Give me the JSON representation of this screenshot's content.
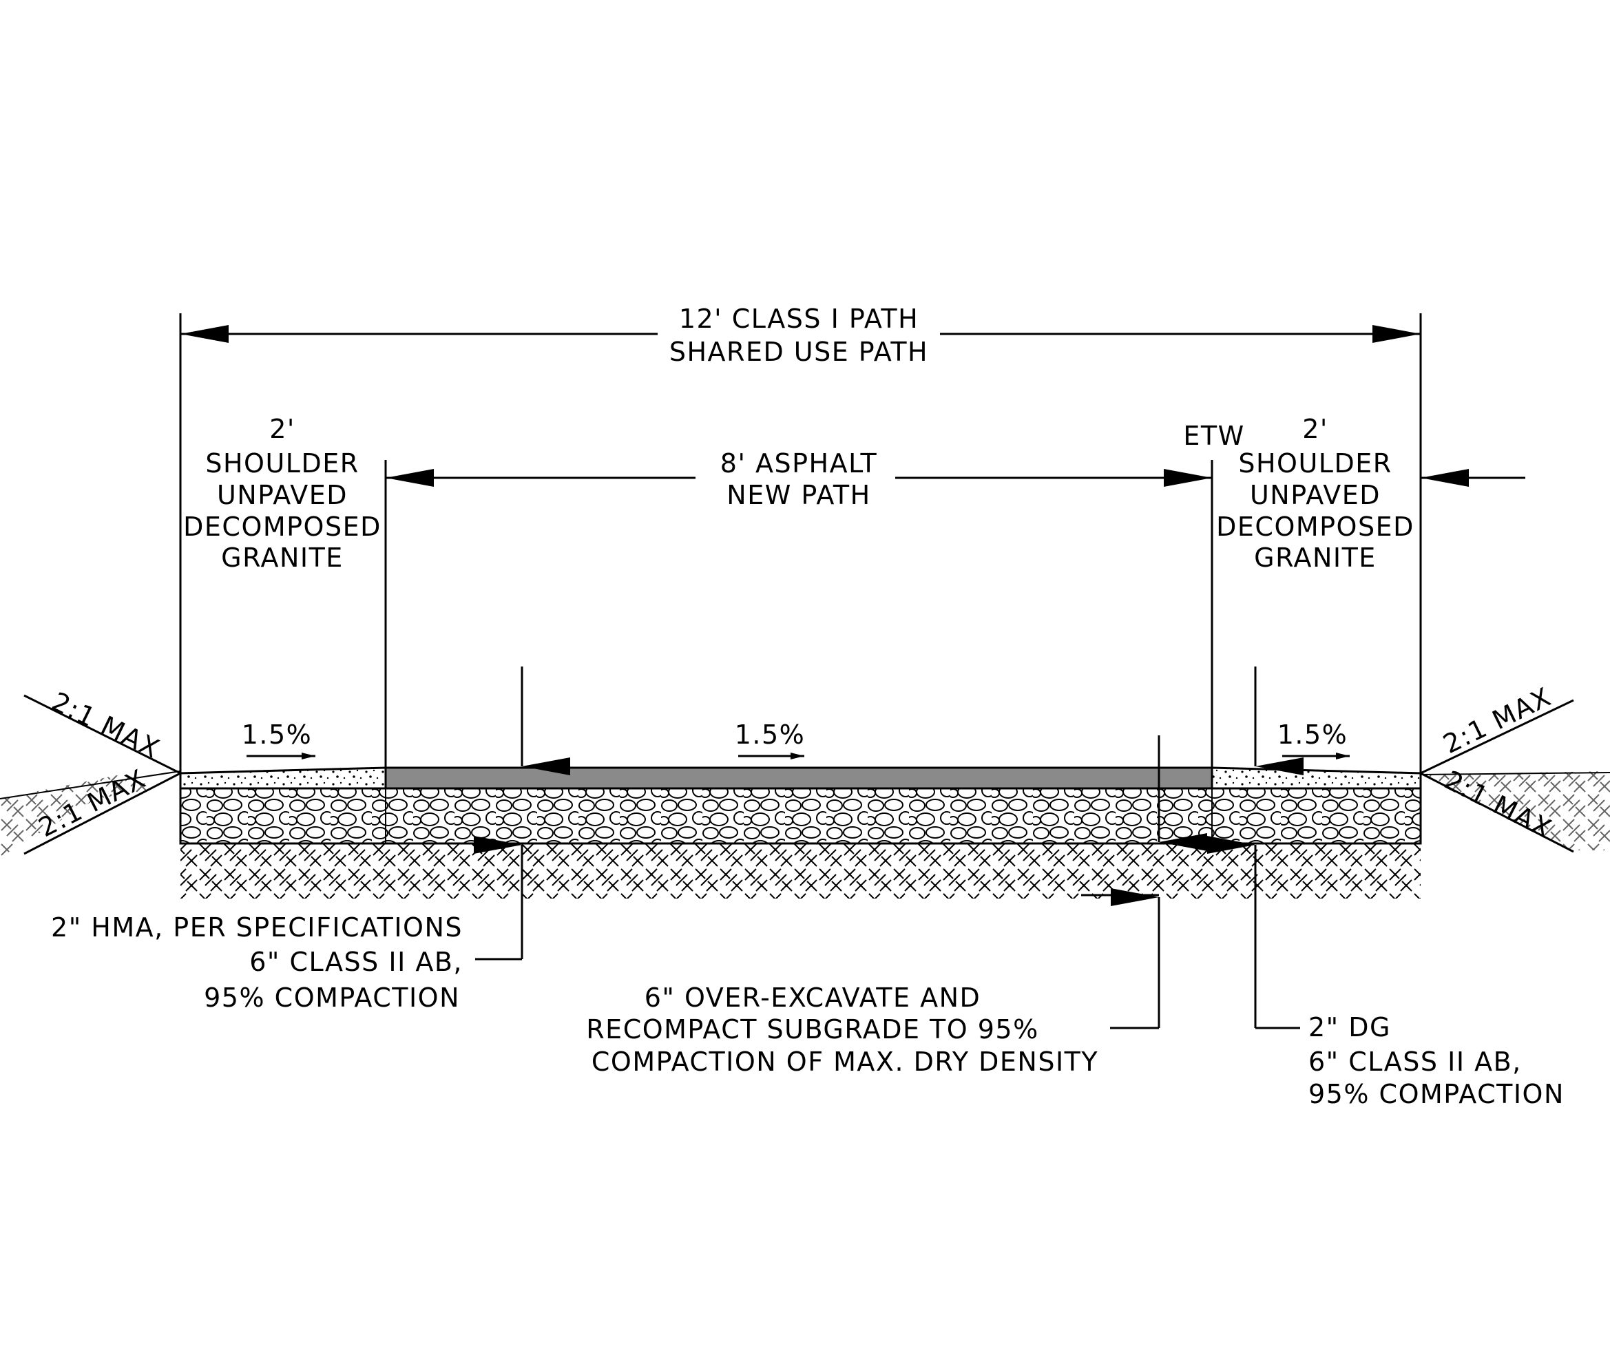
{
  "dimensions": {
    "overall": {
      "line1": "12' CLASS I PATH",
      "line2": "SHARED USE PATH"
    },
    "asphalt": {
      "line1": "8' ASPHALT",
      "line2": "NEW PATH"
    },
    "left_shoulder": {
      "width": "2'",
      "line1": "SHOULDER",
      "line2": "UNPAVED",
      "line3": "DECOMPOSED",
      "line4": "GRANITE"
    },
    "right_shoulder": {
      "width": "2'",
      "line1": "SHOULDER",
      "line2": "UNPAVED",
      "line3": "DECOMPOSED",
      "line4": "GRANITE"
    },
    "etw": "ETW"
  },
  "slopes": {
    "left_upper": "2:1 MAX",
    "left_lower": "2:1 MAX",
    "right_upper": "2:1 MAX",
    "right_lower": "2:1 MAX",
    "left_shoulder_cross": "1.5%",
    "path_cross": "1.5%",
    "right_shoulder_cross": "1.5%"
  },
  "callouts": {
    "hma": {
      "line1": "2\" HMA, PER SPECIFICATIONS",
      "line2": "6\" CLASS II AB,",
      "line3": "95% COMPACTION"
    },
    "subgrade": {
      "line1": "6\" OVER-EXCAVATE AND",
      "line2": "RECOMPACT SUBGRADE TO 95%",
      "line3": "COMPACTION OF MAX. DRY DENSITY"
    },
    "dg": {
      "line1": "2\" DG",
      "line2": "6\" CLASS II AB,",
      "line3": "95% COMPACTION"
    }
  }
}
